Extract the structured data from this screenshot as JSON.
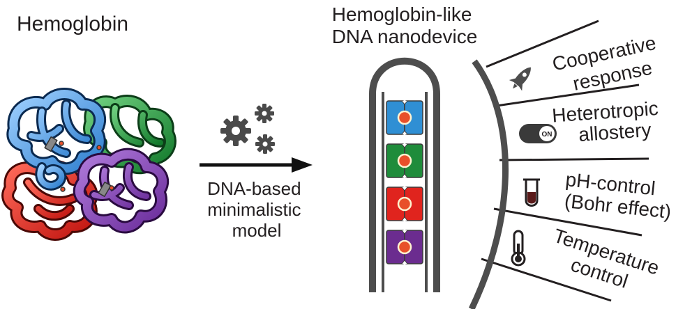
{
  "left": {
    "title": "Hemoglobin",
    "subunit_colors": [
      "#3b8fd6",
      "#1e8a3a",
      "#e0261f",
      "#7a3aa6"
    ]
  },
  "arrow": {
    "label_lines": [
      "DNA-based",
      "minimalistic",
      "model"
    ],
    "icon": "gears-icon"
  },
  "device": {
    "title_lines": [
      "Hemoglobin-like",
      "DNA nanodevice"
    ],
    "unit_colors": [
      "#2f8fd4",
      "#1f8c3b",
      "#e0241e",
      "#6b2c8f"
    ],
    "core_color": "#e8502a"
  },
  "features": [
    {
      "lines": [
        "Cooperative",
        "response"
      ],
      "icon": "rocket-icon"
    },
    {
      "lines": [
        "Heterotropic",
        "allostery"
      ],
      "icon": "toggle-switch-icon",
      "toggle_text": "ON"
    },
    {
      "lines": [
        "pH-control",
        "(Bohr effect)"
      ],
      "icon": "test-tube-icon"
    },
    {
      "lines": [
        "Temperature",
        "control"
      ],
      "icon": "thermometer-icon"
    }
  ]
}
